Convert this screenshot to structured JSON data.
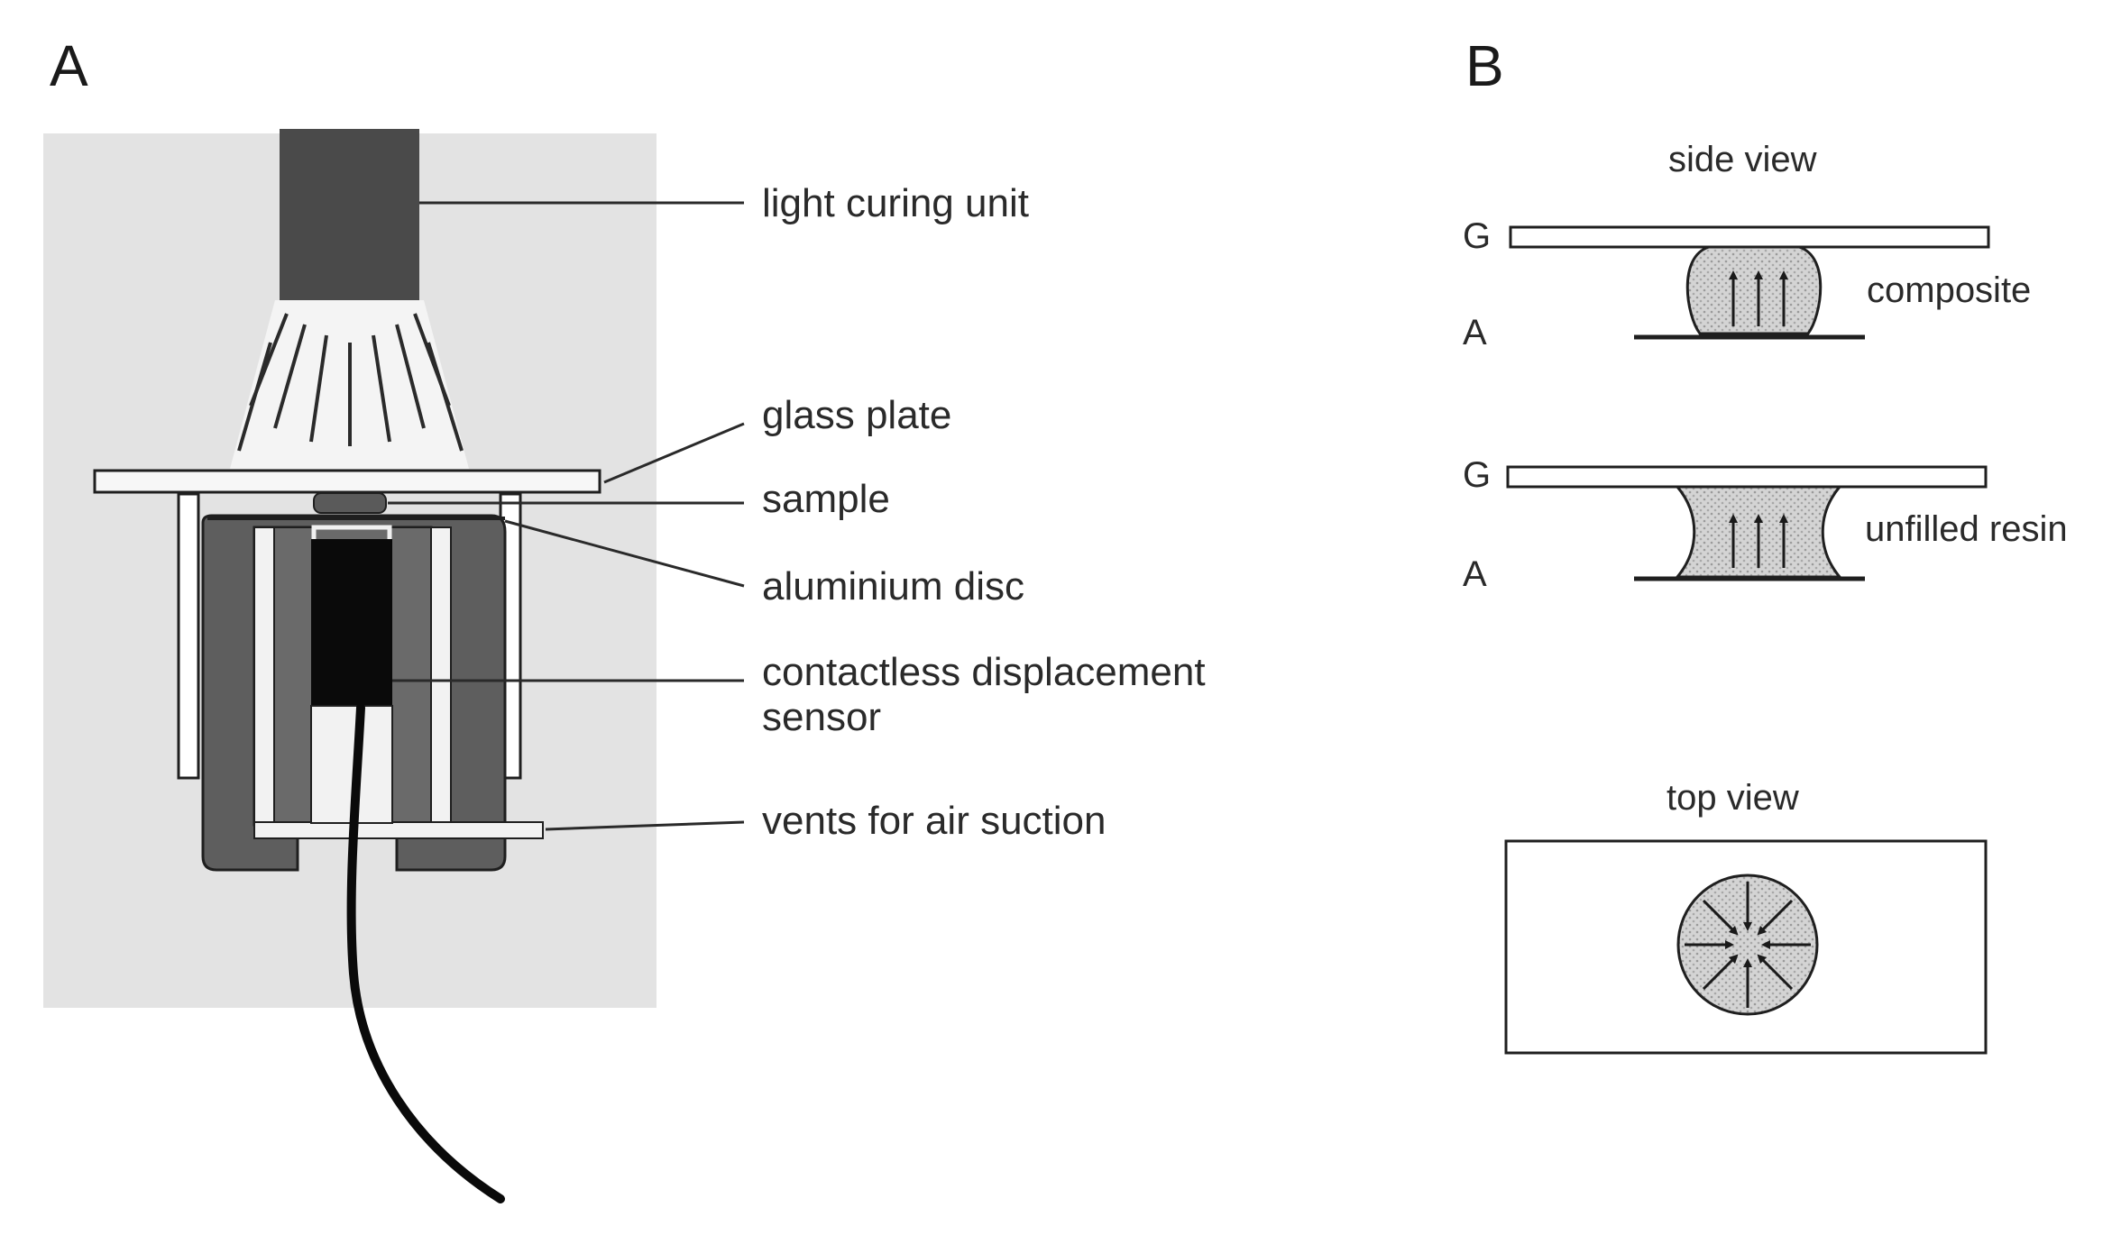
{
  "panel_a": {
    "letter": "A",
    "labels": {
      "light_curing_unit": "light curing unit",
      "glass_plate": "glass plate",
      "sample": "sample",
      "aluminium_disc": "aluminium disc",
      "sensor_line1": "contactless displacement",
      "sensor_line2": "sensor",
      "vents": "vents for air suction"
    }
  },
  "panel_b": {
    "letter": "B",
    "side_view_title": "side view",
    "top_view_title": "top view",
    "composite": {
      "glass_letter": "G",
      "aluminium_letter": "A",
      "label": "composite"
    },
    "unfilled": {
      "glass_letter": "G",
      "aluminium_letter": "A",
      "label": "unfilled resin"
    }
  },
  "colors": {
    "background_box": "#e3e3e3",
    "light_unit": "#4a4a4a",
    "housing": "#5e5e5e",
    "sensor": "#0a0a0a",
    "line": "#1f1f1f",
    "material_fill": "#cfcfcf"
  }
}
